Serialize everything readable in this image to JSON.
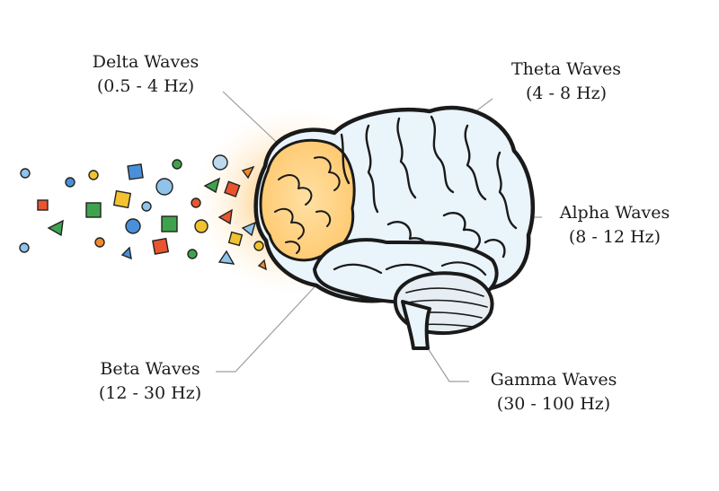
{
  "labels": {
    "delta": {
      "name": "Delta Waves",
      "range": "(0.5 - 4 Hz)"
    },
    "theta": {
      "name": "Theta Waves",
      "range": "(4 - 8 Hz)"
    },
    "alpha": {
      "name": "Alpha Waves",
      "range": "(8 - 12 Hz)"
    },
    "beta": {
      "name": "Beta Waves",
      "range": "(12 - 30 Hz)"
    },
    "gamma": {
      "name": "Gamma Waves",
      "range": "(30 - 100 Hz)"
    }
  },
  "colors": {
    "outline": "#1a1a1a",
    "brain_fill": "#eaf4fb",
    "glow": "#ffa726",
    "leader": "#9e9e9e"
  },
  "particle_colors": [
    "#4a90d9",
    "#f2c230",
    "#e8552f",
    "#3fa34d",
    "#8fc3ea",
    "#f08a2b"
  ]
}
